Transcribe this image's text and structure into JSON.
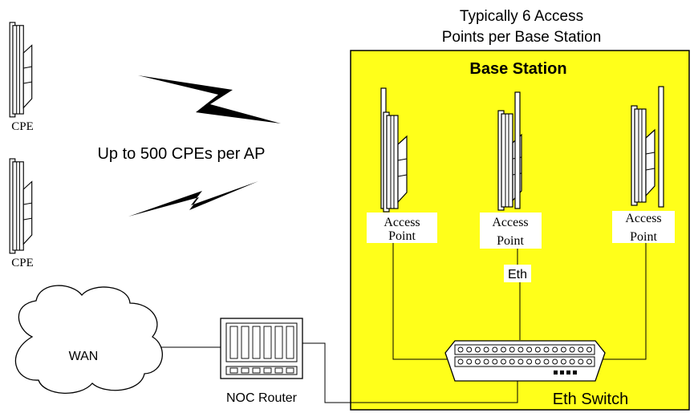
{
  "diagram": {
    "header_line1": "Typically 6 Access",
    "header_line2": "Points per Base Station",
    "base_station_title": "Base Station",
    "cpe_top_label": "CPE",
    "cpe_bottom_label": "CPE",
    "cpe_capacity_label": "Up to 500 CPEs per AP",
    "access_points": [
      {
        "line1": "Access",
        "line2": "Point"
      },
      {
        "line1": "Access",
        "line2": "Point"
      },
      {
        "line1": "Access",
        "line2": "Point"
      }
    ],
    "eth_label": "Eth",
    "wan_label": "WAN",
    "router_label": "NOC Router",
    "switch_label": "Eth Switch",
    "colors": {
      "base_station_fill": "#ffff1a",
      "stroke": "#000000",
      "label_box": "#ffffff"
    }
  }
}
